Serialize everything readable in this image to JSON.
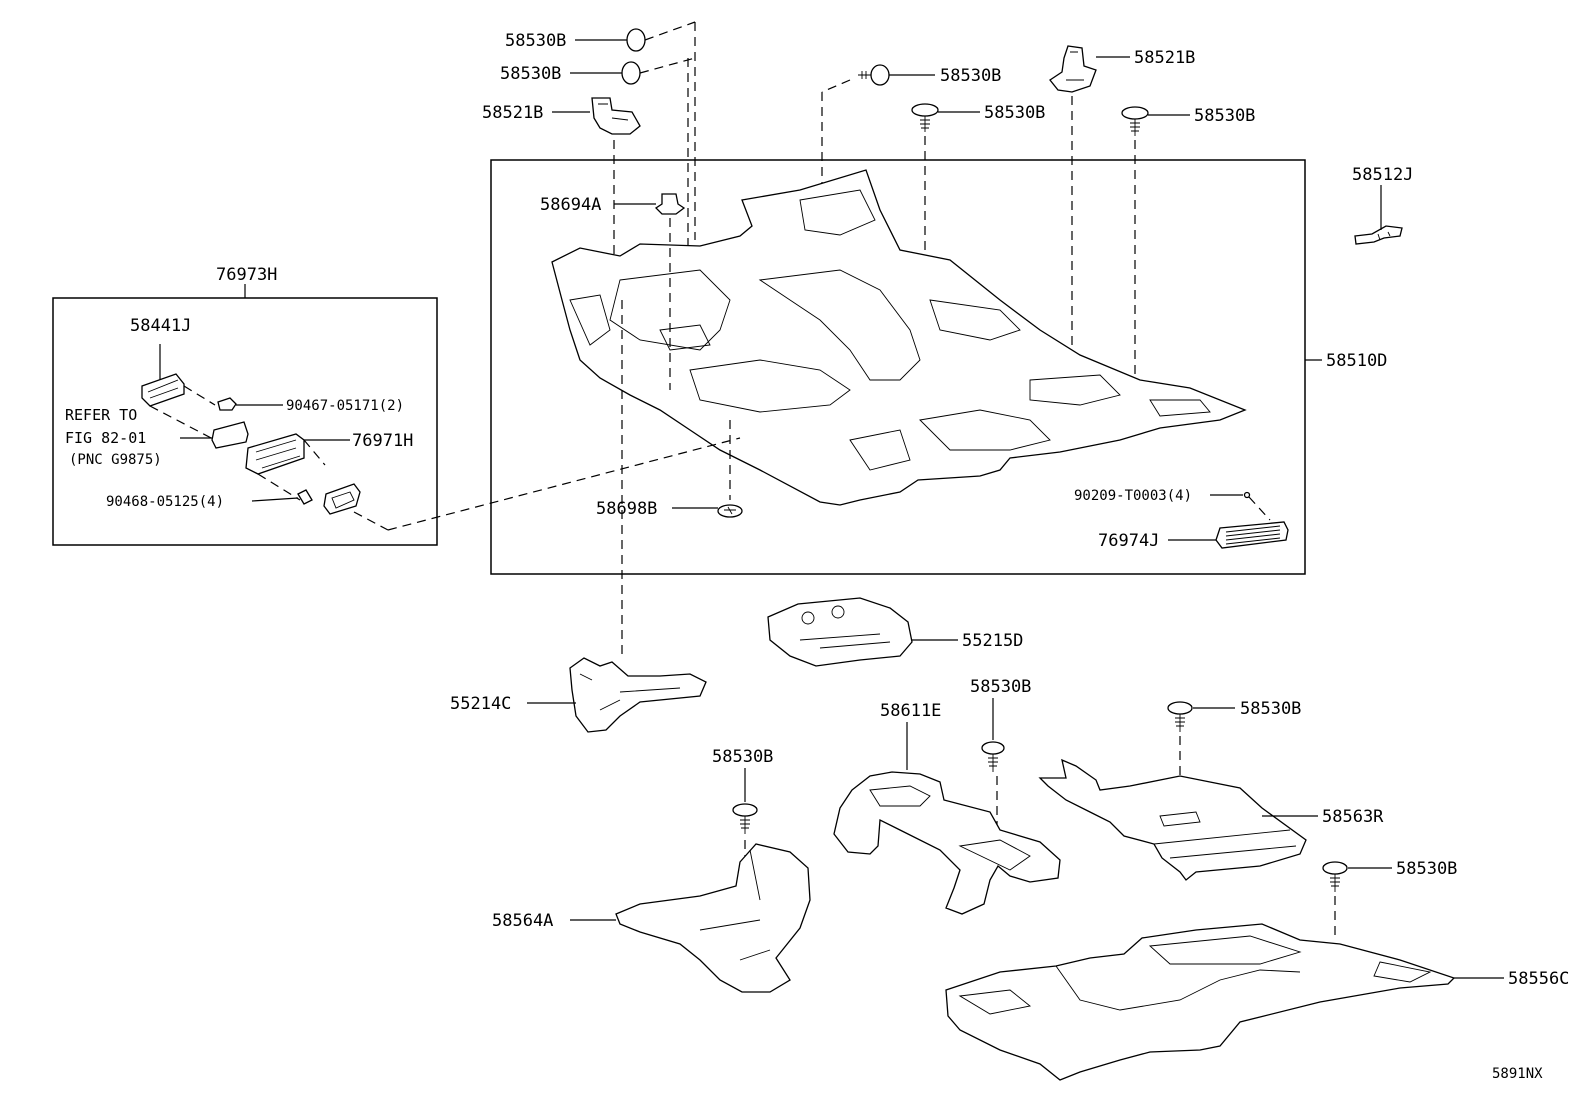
{
  "diagram_id": "5891NX",
  "callouts": {
    "c_58530B_1": "58530B",
    "c_58530B_2": "58530B",
    "c_58521B_left": "58521B",
    "c_58530B_3": "58530B",
    "c_58521B_right": "58521B",
    "c_58530B_4": "58530B",
    "c_58530B_5": "58530B",
    "c_58512J": "58512J",
    "c_58694A": "58694A",
    "c_76973H": "76973H",
    "c_58441J": "58441J",
    "c_90467": "90467-05171(2)",
    "c_76971H": "76971H",
    "c_90468": "90468-05125(4)",
    "c_58510D": "58510D",
    "c_58698B": "58698B",
    "c_90209": "90209-T0003(4)",
    "c_76974J": "76974J",
    "c_55215D": "55215D",
    "c_55214C": "55214C",
    "c_58530B_6": "58530B",
    "c_58611E": "58611E",
    "c_58530B_7": "58530B",
    "c_58563R": "58563R",
    "c_58530B_8": "58530B",
    "c_58564A": "58564A",
    "c_58530B_9": "58530B",
    "c_58556C": "58556C"
  },
  "reference_note": {
    "line1": "REFER TO",
    "line2": "FIG 82-01",
    "line3": "(PNC G9875)"
  }
}
